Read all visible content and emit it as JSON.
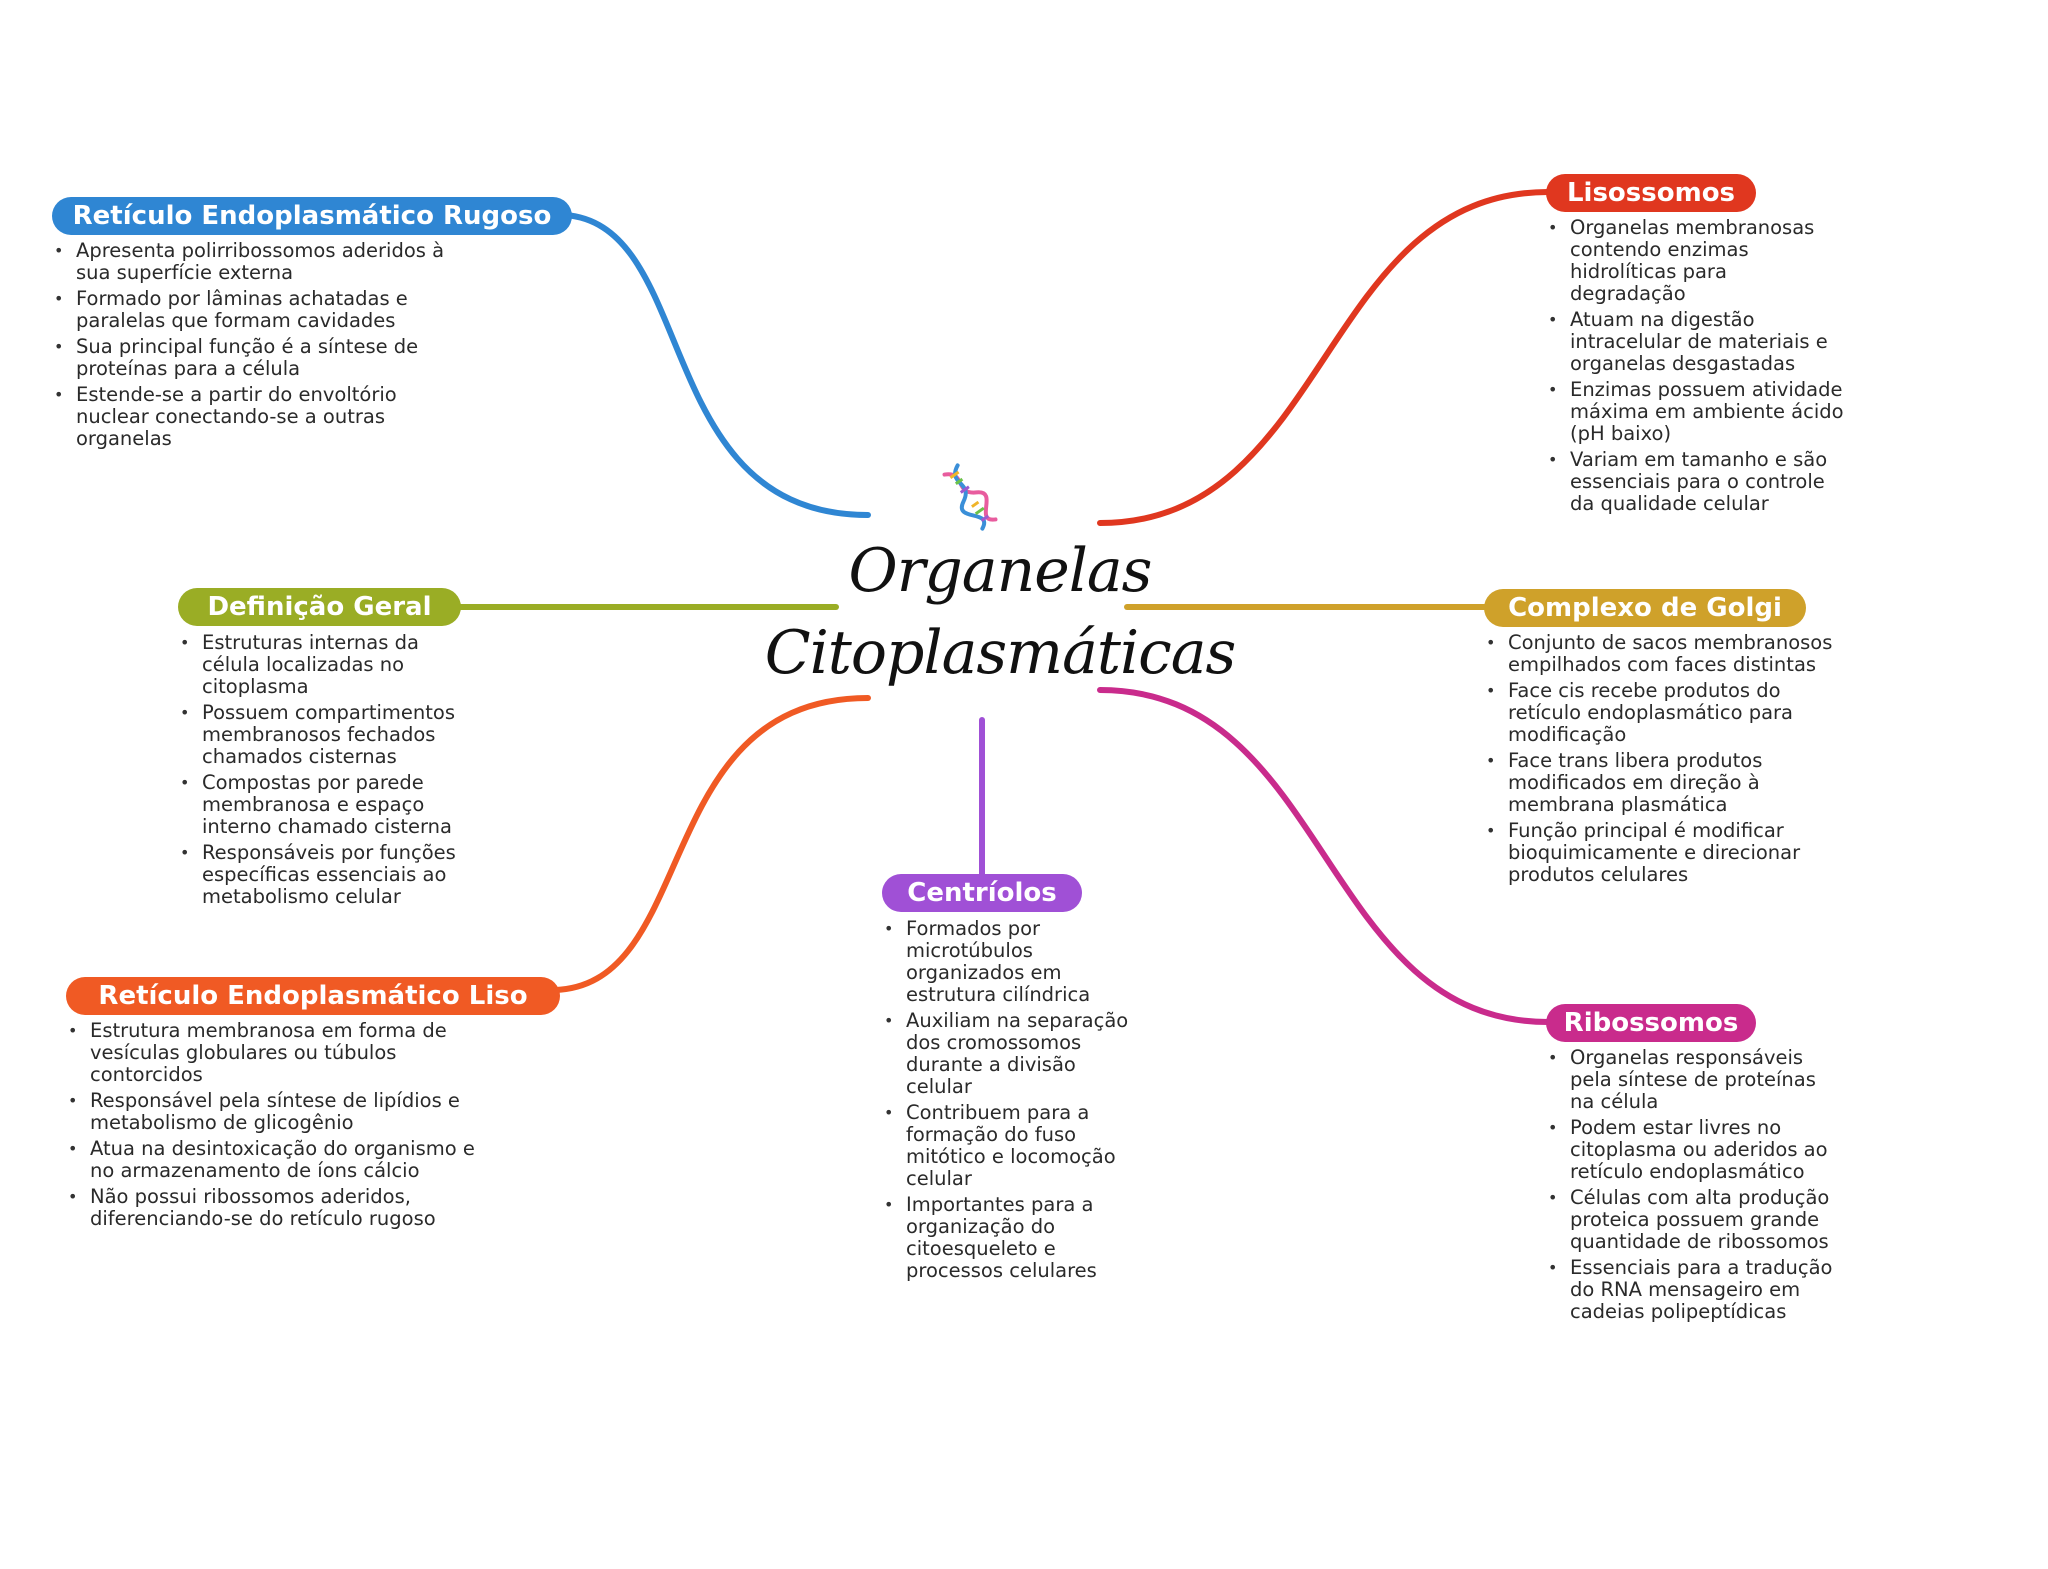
{
  "central_title": {
    "line1": "Organelas",
    "line2": "Citoplasmáticas"
  },
  "icons": {
    "center": "dna-icon"
  },
  "branches": {
    "rer": {
      "title": "Retículo Endoplasmático Rugoso",
      "color": "#2f86d3",
      "items": [
        "Apresenta polirribossomos aderidos à sua superfície externa",
        "Formado por lâminas achatadas e paralelas que formam cavidades",
        "Sua principal função é a síntese de proteínas para a célula",
        "Estende-se a partir do envoltório nuclear conectando-se a outras organelas"
      ]
    },
    "definicao": {
      "title": "Definição Geral",
      "color": "#9aad25",
      "items": [
        "Estruturas internas da célula localizadas no citoplasma",
        "Possuem compartimentos membranosos fechados chamados cisternas",
        "Compostas por parede membranosa e espaço interno chamado cisterna",
        "Responsáveis por funções específicas essenciais ao metabolismo celular"
      ]
    },
    "rel": {
      "title": "Retículo Endoplasmático Liso",
      "color": "#f05a24",
      "items": [
        "Estrutura membranosa em forma de vesículas globulares ou túbulos contorcidos",
        "Responsável pela síntese de lipídios e metabolismo de glicogênio",
        "Atua na desintoxicação do organismo e no armazenamento de íons cálcio",
        "Não possui ribossomos aderidos, diferenciando-se do retículo rugoso"
      ]
    },
    "centriolos": {
      "title": "Centríolos",
      "color": "#a050d6",
      "items": [
        "Formados por microtúbulos organizados em estrutura cilíndrica",
        "Auxiliam na separação dos cromossomos durante a divisão celular",
        "Contribuem para a formação do fuso mitótico e locomoção celular",
        "Importantes para a organização do citoesqueleto e processos celulares"
      ]
    },
    "lisossomos": {
      "title": "Lisossomos",
      "color": "#e0371f",
      "items": [
        "Organelas membranosas contendo enzimas hidrolíticas para degradação",
        "Atuam na digestão intracelular de materiais e organelas desgastadas",
        "Enzimas possuem atividade máxima em ambiente ácido (pH baixo)",
        "Variam em tamanho e são essenciais para o controle da qualidade celular"
      ]
    },
    "golgi": {
      "title": "Complexo de Golgi",
      "color": "#cfa12a",
      "items": [
        "Conjunto de sacos membranosos empilhados com faces distintas",
        "Face cis recebe produtos do retículo endoplasmático para modificação",
        "Face trans libera produtos modificados em direção à membrana plasmática",
        "Função principal é modificar bioquimicamente e direcionar produtos celulares"
      ]
    },
    "ribossomos": {
      "title": "Ribossomos",
      "color": "#c92b8c",
      "items": [
        "Organelas responsáveis pela síntese de proteínas na célula",
        "Podem estar livres no citoplasma ou aderidos ao retículo endoplasmático",
        "Células com alta produção proteica possuem grande quantidade de ribossomos",
        "Essenciais para a tradução do RNA mensageiro em cadeias polipeptídicas"
      ]
    }
  }
}
